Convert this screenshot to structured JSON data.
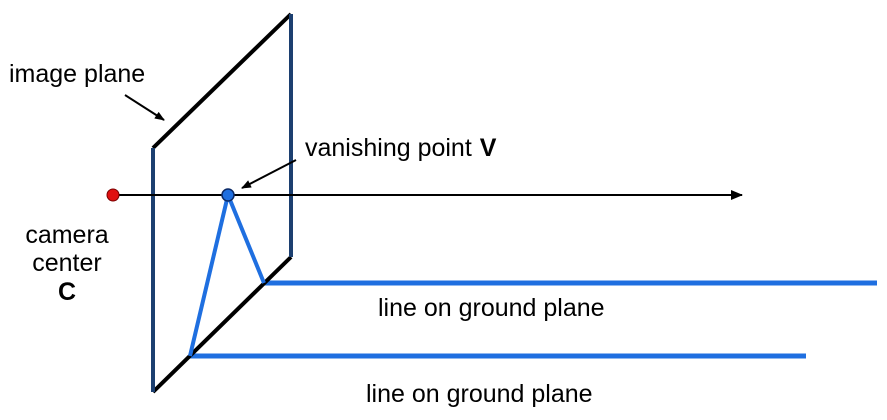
{
  "labels": {
    "image_plane": "image plane",
    "vanishing_point_text": "vanishing point",
    "vanishing_point_symbol": "V",
    "camera_line1": "camera",
    "camera_line2": "center",
    "camera_symbol": "C",
    "ground_line_1": "line on ground plane",
    "ground_line_2": "line on ground plane"
  },
  "colors": {
    "camera_center": "#e01010",
    "vanishing_point": "#1f6fe0",
    "projection_lines": "#1f6fe0",
    "ground_lines": "#1f6fe0",
    "image_plane_front": "#1c3f70",
    "image_plane_back": "#000000",
    "optical_axis": "#000000"
  }
}
